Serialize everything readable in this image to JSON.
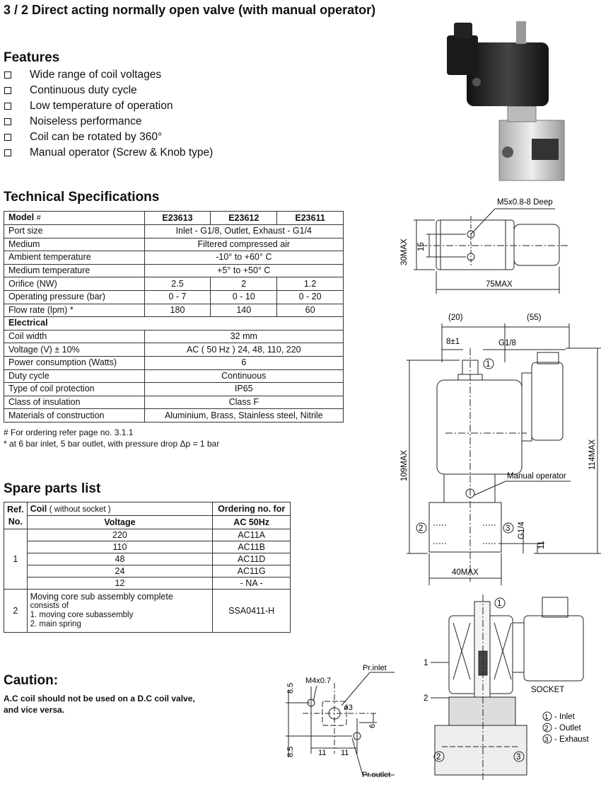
{
  "title": "3 / 2 Direct acting normally open valve  (with manual operator)",
  "features": {
    "heading": "Features",
    "items": [
      "Wide range of coil voltages",
      "Continuous duty cycle",
      "Low temperature of operation",
      "Noiseless performance",
      "Coil can be rotated by 360°",
      "Manual operator (Screw & Knob type)"
    ]
  },
  "tech": {
    "heading": "Technical Specifications",
    "model_label": "Model",
    "model_mark": "#",
    "models": [
      "E23613",
      "E23612",
      "E23611"
    ],
    "rows": {
      "port_size": [
        "Port size",
        "Inlet - G1/8,  Outlet, Exhaust - G1/4"
      ],
      "medium": [
        "Medium",
        "Filtered compressed air"
      ],
      "ambient": [
        "Ambient temperature",
        "-10° to +60° C"
      ],
      "medium_temp": [
        "Medium temperature",
        "+5° to +50° C"
      ],
      "orifice": [
        "Orifice (NW)",
        "2.5",
        "2",
        "1.2"
      ],
      "pressure": [
        "Operating pressure (bar)",
        "0 - 7",
        "0 - 10",
        "0 - 20"
      ],
      "flow": [
        "Flow rate (lpm) *",
        "180",
        "140",
        "60"
      ]
    },
    "electrical_label": "Electrical",
    "electrical": {
      "coil_width": [
        "Coil width",
        "32 mm"
      ],
      "voltage": [
        "Voltage (V) ± 10%",
        "AC ( 50 Hz ) 24, 48, 110, 220"
      ],
      "power": [
        "Power consumption (Watts)",
        "6"
      ],
      "duty": [
        "Duty cycle",
        "Continuous"
      ],
      "protection": [
        "Type of coil protection",
        "IP65"
      ],
      "insulation": [
        "Class of insulation",
        "Class F"
      ],
      "materials": [
        "Materials of construction",
        "Aluminium, Brass, Stainless steel, Nitrile"
      ]
    },
    "note1": "# For ordering refer page no. 3.1.1",
    "note2": "* at 6 bar inlet, 5 bar outlet, with pressure drop Δp = 1 bar"
  },
  "spare": {
    "heading": "Spare parts list",
    "ref_label": "Ref.",
    "no_label": "No.",
    "coil_label": "Coil",
    "coil_note": "( without socket )",
    "ordering_label": "Ordering no. for",
    "voltage_label": "Voltage",
    "ac_label": "AC 50Hz",
    "ref1": "1",
    "voltages": [
      "220",
      "110",
      "48",
      "24",
      "12"
    ],
    "codes": [
      "AC11A",
      "AC11B",
      "AC11D",
      "AC11G",
      "- NA -"
    ],
    "ref2": "2",
    "core_title": "Moving core sub assembly complete",
    "core_consists": "consists of",
    "core_item1": "1. moving core subassembly",
    "core_item2": "2. main spring",
    "core_code": "SSA0411-H"
  },
  "caution": {
    "heading": "Caution:",
    "line1": "A.C coil should not be used on a D.C coil valve,",
    "line2": "and vice versa."
  },
  "drawings": {
    "top": {
      "m5": "M5x0.8-8 Deep",
      "h30": "30MAX",
      "d15": "15",
      "w75": "75MAX"
    },
    "front": {
      "d20": "(20)",
      "d55": "(55)",
      "d8": "8±1",
      "g18": "G1/8",
      "port1": "1",
      "h109": "109MAX",
      "h114": "114MAX",
      "manual": "Manual operator",
      "port2": "2",
      "port3": "3",
      "g14": "G1/4",
      "d11": "11",
      "w40": "40MAX"
    },
    "section": {
      "p1": "1",
      "lbl1": "1",
      "lbl2": "2",
      "socket": "SOCKET",
      "p2": "2",
      "p3": "3",
      "legend": [
        "1",
        "2",
        "3"
      ],
      "legend_text": [
        "- Inlet",
        "- Outlet",
        "- Exhaust"
      ]
    },
    "mount": {
      "d85a": "8.5",
      "m4": "M4x0.7",
      "prinlet": "Pr.inlet",
      "phi3": "ø3",
      "d6": "6",
      "d85b": "8.5",
      "d11a": "11",
      "d11b": "11",
      "proutlet": "Pr.outlet"
    }
  }
}
